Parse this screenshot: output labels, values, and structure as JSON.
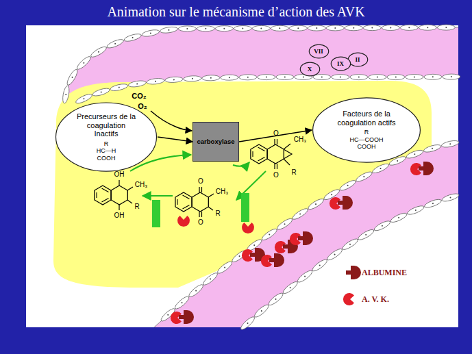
{
  "diagram": {
    "title": "Animation sur le mécanisme d’action des AVK",
    "nodes": [
      {
        "text": [
          "Precurseurs de la coagulation Inactifs",
          "R",
          "HC—H",
          "COOH"
        ]
      },
      {
        "text": [
          "carboxylase"
        ]
      },
      {
        "text": [
          "Facteurs de la coagulation actifs",
          "R",
          "HC—COOH",
          "COOH"
        ]
      },
      {
        "text": [
          "VII"
        ]
      },
      {
        "text": [
          "II"
        ]
      },
      {
        "text": [
          "IX"
        ]
      },
      {
        "text": [
          "X"
        ]
      }
    ],
    "edges": [
      {
        "from": 0,
        "to": 1,
        "arrow": "to"
      },
      {
        "from": 1,
        "to": 2,
        "arrow": "to"
      }
    ],
    "labels": [
      "CO₂",
      "O₂",
      "OH",
      "CH₃",
      "R",
      "OH",
      "O",
      "CH₃",
      "R",
      "O",
      "O",
      "CH₃",
      "R",
      "O"
    ],
    "legend": [
      {
        "text": "ALBUMINE"
      },
      {
        "text": "A. V. K."
      }
    ]
  }
}
